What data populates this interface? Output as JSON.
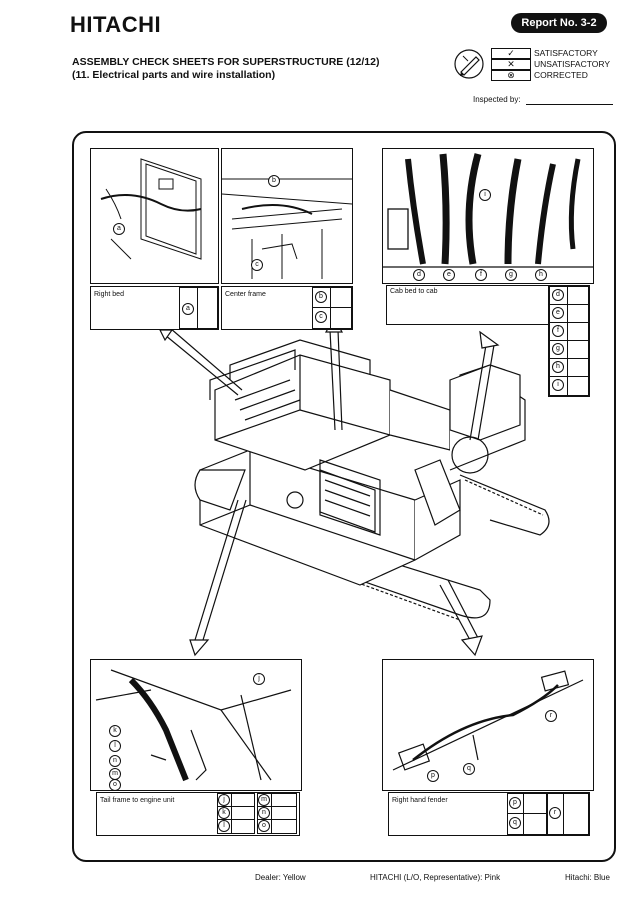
{
  "header": {
    "brand": "HITACHI",
    "report_no": "Report No. 3-2",
    "title_line1": "ASSEMBLY CHECK SHEETS FOR SUPERSTRUCTURE (12/12)",
    "title_line2": "(11. Electrical parts and wire installation)"
  },
  "legend": [
    {
      "symbol": "✓",
      "label": "SATISFACTORY"
    },
    {
      "symbol": "✕",
      "label": "UNSATISFACTORY"
    },
    {
      "symbol": "⊗",
      "label": "CORRECTED"
    }
  ],
  "inspected_by": "Inspected by:",
  "panels": {
    "right_bed": {
      "label": "Right bed",
      "markers": [
        "a"
      ]
    },
    "center_frame": {
      "label": "Center frame",
      "markers": [
        "b",
        "c"
      ]
    },
    "cab_bed": {
      "label": "Cab bed to cab",
      "markers": [
        "d",
        "e",
        "f",
        "g",
        "h",
        "i"
      ]
    },
    "tail_frame": {
      "label": "Tail frame to engine unit",
      "markers_left": [
        "j",
        "k",
        "l"
      ],
      "markers_right": [
        "m",
        "n",
        "o"
      ]
    },
    "right_fender": {
      "label": "Right hand fender",
      "markers_left": [
        "p",
        "q"
      ],
      "markers_right": [
        "r"
      ]
    }
  },
  "photo_callouts": {
    "right_bed": [
      "a"
    ],
    "center_frame": [
      "b",
      "c"
    ],
    "cab_bed": [
      "d",
      "e",
      "f",
      "g",
      "h",
      "i"
    ],
    "tail_frame": [
      "j",
      "k",
      "l",
      "m",
      "n",
      "o"
    ],
    "right_fender": [
      "p",
      "q",
      "r"
    ]
  },
  "footer": {
    "dealer": "Dealer: Yellow",
    "hitachi_lo": "HITACHI (L/O, Representative): Pink",
    "hitachi": "Hitachi: Blue"
  }
}
